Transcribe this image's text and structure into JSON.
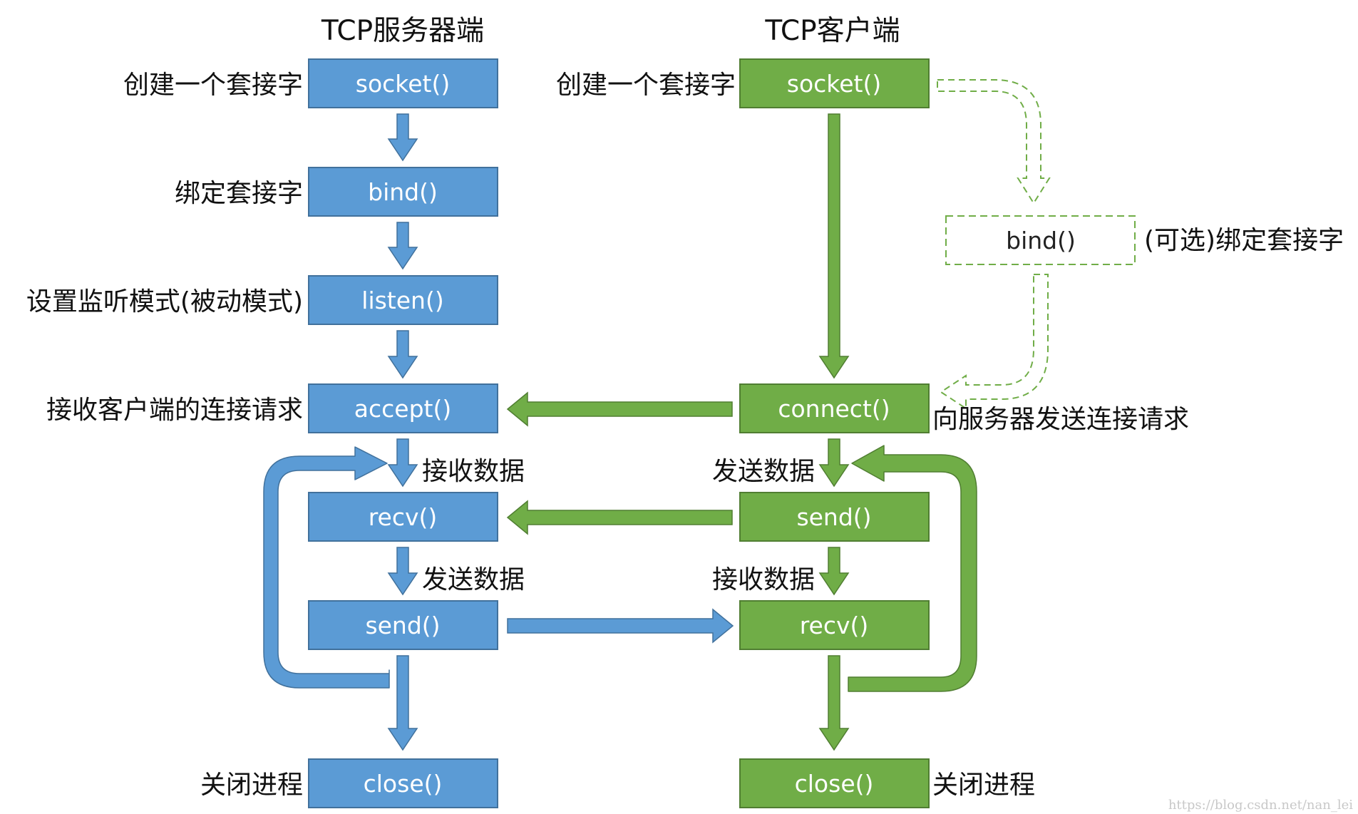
{
  "titles": {
    "server": "TCP服务器端",
    "client": "TCP客户端"
  },
  "server": {
    "boxes": [
      "socket()",
      "bind()",
      "listen()",
      "accept()",
      "recv()",
      "send()",
      "close()"
    ],
    "labels": [
      "创建一个套接字",
      "绑定套接字",
      "设置监听模式(被动模式)",
      "接收客户端的连接请求",
      "关闭进程"
    ],
    "arrow_labels": [
      "接收数据",
      "发送数据"
    ]
  },
  "client": {
    "boxes": [
      "socket()",
      "connect()",
      "send()",
      "recv()",
      "close()"
    ],
    "optional_box": "bind()",
    "labels": [
      "创建一个套接字",
      "(可选)绑定套接字",
      "向服务器发送连接请求",
      "关闭进程"
    ],
    "arrow_labels": [
      "发送数据",
      "接收数据"
    ]
  },
  "watermark": "https://blog.csdn.net/nan_lei",
  "colors": {
    "server": "#5b9bd5",
    "server_edge": "#41719c",
    "client": "#70ad47",
    "client_edge": "#507e32"
  }
}
